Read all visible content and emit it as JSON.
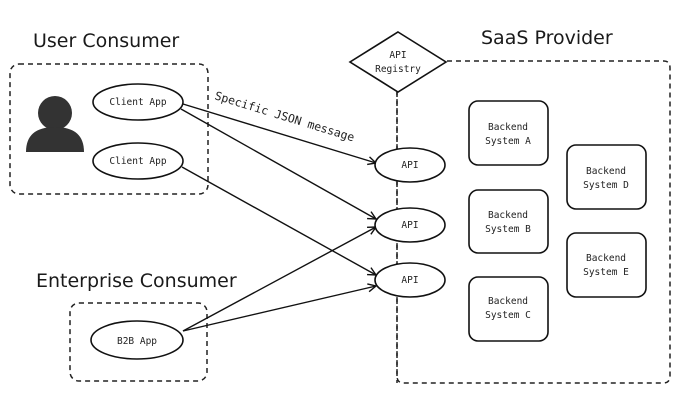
{
  "groups": {
    "user_consumer": {
      "title": "User Consumer"
    },
    "enterprise_consumer": {
      "title": "Enterprise Consumer"
    },
    "saas_provider": {
      "title": "SaaS Provider"
    }
  },
  "nodes": {
    "user_icon": "user-silhouette-icon",
    "client_app_1": "Client App",
    "client_app_2": "Client App",
    "b2b_app": "B2B App",
    "api_registry": [
      "API",
      "Registry"
    ],
    "api_1": "API",
    "api_2": "API",
    "api_3": "API",
    "backends": [
      [
        "Backend",
        "System A"
      ],
      [
        "Backend",
        "System B"
      ],
      [
        "Backend",
        "System C"
      ],
      [
        "Backend",
        "System D"
      ],
      [
        "Backend",
        "System E"
      ]
    ]
  },
  "edges": [
    {
      "from": "client_app_1",
      "to": "api_1",
      "label": "Specific JSON message"
    },
    {
      "from": "client_app_1",
      "to": "api_2",
      "label": ""
    },
    {
      "from": "client_app_2",
      "to": "api_3",
      "label": ""
    },
    {
      "from": "b2b_app",
      "to": "api_2",
      "label": ""
    },
    {
      "from": "b2b_app",
      "to": "api_3",
      "label": ""
    }
  ],
  "colors": {
    "ink": "#111111",
    "user_fill": "#333333",
    "background": "#ffffff"
  }
}
